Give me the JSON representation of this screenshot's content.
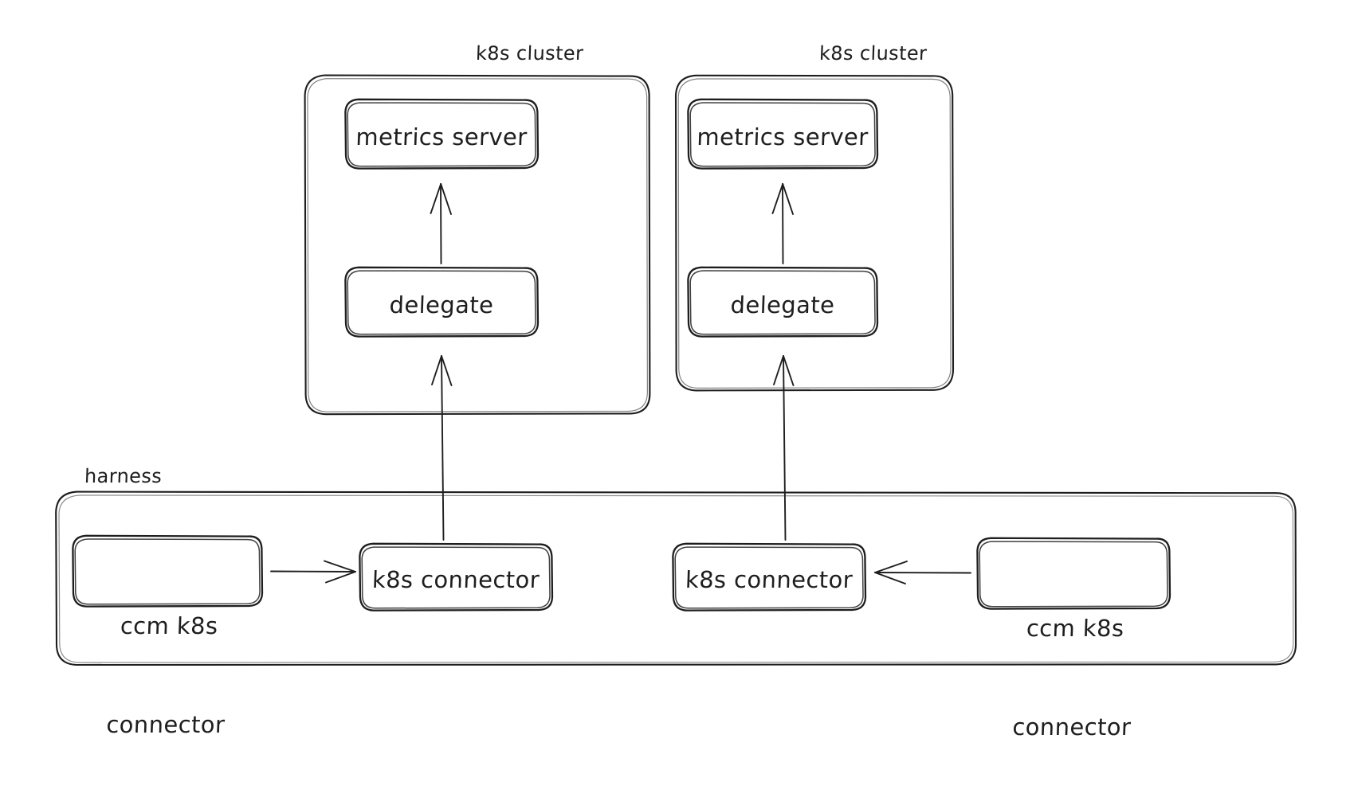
{
  "diagram": {
    "title": "harness ccm k8s connector to k8s cluster delegate architecture",
    "style": "hand-drawn",
    "stroke_color": "#1e1e1e",
    "background_color": "#ffffff",
    "groups": [
      {
        "id": "cluster-left",
        "label": "k8s cluster",
        "label_align": "right"
      },
      {
        "id": "cluster-right",
        "label": "k8s cluster",
        "label_align": "right"
      },
      {
        "id": "harness",
        "label": "harness",
        "label_align": "left"
      }
    ],
    "nodes": [
      {
        "id": "metrics-server-left",
        "label": "metrics server",
        "group": "cluster-left"
      },
      {
        "id": "delegate-left",
        "label": "delegate",
        "group": "cluster-left"
      },
      {
        "id": "metrics-server-right",
        "label": "metrics server",
        "group": "cluster-right"
      },
      {
        "id": "delegate-right",
        "label": "delegate",
        "group": "cluster-right"
      },
      {
        "id": "ccm-connector-left",
        "label": "ccm k8s\nconnector",
        "group": "harness"
      },
      {
        "id": "k8s-connector-left",
        "label": "k8s connector",
        "group": "harness"
      },
      {
        "id": "k8s-connector-right",
        "label": "k8s connector",
        "group": "harness"
      },
      {
        "id": "ccm-connector-right",
        "label": "ccm k8s\nconnector",
        "group": "harness"
      }
    ],
    "edges": [
      {
        "from": "delegate-left",
        "to": "metrics-server-left",
        "direction": "up"
      },
      {
        "from": "delegate-right",
        "to": "metrics-server-right",
        "direction": "up"
      },
      {
        "from": "k8s-connector-left",
        "to": "delegate-left",
        "direction": "up"
      },
      {
        "from": "k8s-connector-right",
        "to": "delegate-right",
        "direction": "up"
      },
      {
        "from": "ccm-connector-left",
        "to": "k8s-connector-left",
        "direction": "right"
      },
      {
        "from": "ccm-connector-right",
        "to": "k8s-connector-right",
        "direction": "left"
      }
    ]
  },
  "labels": {
    "cluster_left_title": "k8s cluster",
    "cluster_right_title": "k8s cluster",
    "harness_title": "harness",
    "metrics_server_left": "metrics server",
    "metrics_server_right": "metrics server",
    "delegate_left": "delegate",
    "delegate_right": "delegate",
    "ccm_connector_left_line1": "ccm k8s",
    "ccm_connector_left_line2": "connector",
    "ccm_connector_right_line1": "ccm k8s",
    "ccm_connector_right_line2": "connector",
    "k8s_connector_left": "k8s connector",
    "k8s_connector_right": "k8s connector"
  }
}
